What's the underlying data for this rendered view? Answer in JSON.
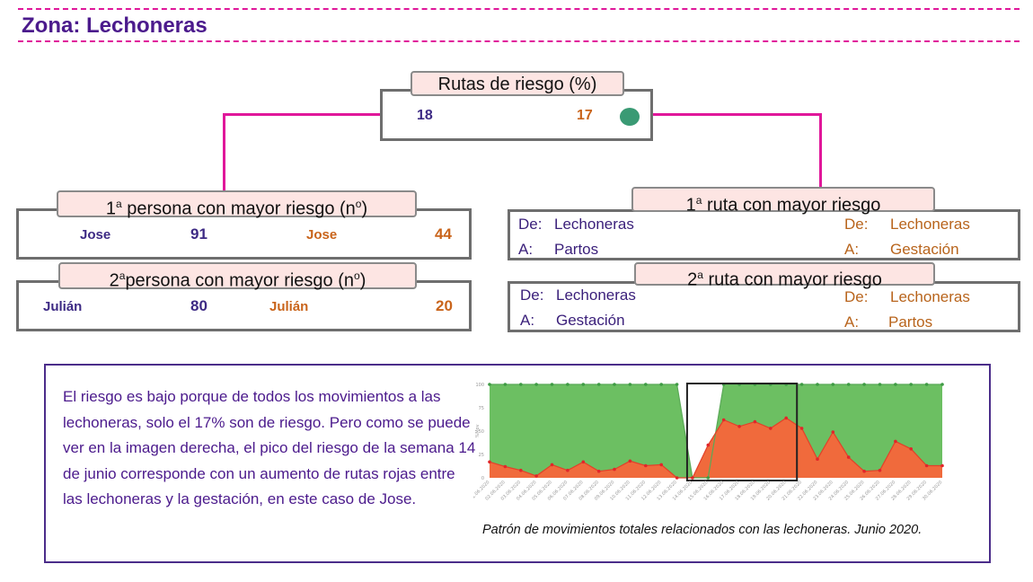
{
  "header": {
    "title": "Zona: Lechoneras"
  },
  "risk_routes": {
    "label": "Rutas de riesgo (%)",
    "value_left": "18",
    "value_right": "17",
    "indicator_color": "#3a9a74"
  },
  "person1": {
    "label_pre": "1",
    "label_sup": "a",
    "label_post": " persona con mayor riesgo (n",
    "label_deg": "o",
    "label_end": ")",
    "name_left": "Jose",
    "value_left": "91",
    "name_right": "Jose",
    "value_right": "44"
  },
  "person2": {
    "label_pre": "2",
    "label_sup": "a",
    "label_post": "persona con mayor riesgo (n",
    "label_deg": "o",
    "label_end": ")",
    "name_left": "Julián",
    "value_left": "80",
    "name_right": "Julián",
    "value_right": "20"
  },
  "route1": {
    "label_pre": "1",
    "label_sup": "a",
    "label_post": " ruta con mayor riesgo",
    "left": {
      "from_label": "De:",
      "from": "Lechoneras",
      "to_label": "A:",
      "to": "Partos"
    },
    "right": {
      "from_label": "De:",
      "from": "Lechoneras",
      "to_label": "A:",
      "to": "Gestación"
    }
  },
  "route2": {
    "label_pre": "2",
    "label_sup": "a",
    "label_post": " ruta con mayor riesgo",
    "left": {
      "from_label": "De:",
      "from": "Lechoneras",
      "to_label": "A:",
      "to": "Gestación"
    },
    "right": {
      "from_label": "De:",
      "from": "Lechoneras",
      "to_label": "A:",
      "to": "Partos"
    }
  },
  "summary": {
    "text": "El riesgo es bajo porque de todos los movimientos a las lechoneras, solo el 17% son de riesgo. Pero como se puede ver en la imagen derecha, el pico del riesgo de la semana 14 de junio corresponde con un aumento de rutas rojas entre las lechoneras y la gestación, en este caso de Jose.",
    "caption": "Patrón de movimientos totales relacionados con las lechoneras. Junio 2020."
  },
  "chart_data": {
    "type": "area",
    "ylabel": "%Mov",
    "ylim": [
      0,
      100
    ],
    "yticks": [
      "0",
      "25",
      "50",
      "75",
      "100"
    ],
    "x": [
      "01.06.2020",
      "02.06.2020",
      "03.06.2020",
      "04.06.2020",
      "05.06.2020",
      "06.06.2020",
      "07.06.2020",
      "08.06.2020",
      "09.06.2020",
      "10.06.2020",
      "11.06.2020",
      "12.06.2020",
      "13.06.2020",
      "14.06.2020",
      "15.06.2020",
      "16.06.2020",
      "17.06.2020",
      "18.06.2020",
      "19.06.2020",
      "20.06.2020",
      "21.06.2020",
      "22.06.2020",
      "23.06.2020",
      "24.06.2020",
      "25.06.2020",
      "26.06.2020",
      "27.06.2020",
      "28.06.2020",
      "29.06.2020",
      "30.06.2020"
    ],
    "series": [
      {
        "color": "#6cbf62",
        "values": [
          100,
          100,
          100,
          100,
          100,
          100,
          100,
          100,
          100,
          100,
          100,
          100,
          100,
          0,
          0,
          100,
          100,
          100,
          100,
          100,
          100,
          100,
          100,
          100,
          100,
          100,
          100,
          100,
          100,
          100
        ]
      },
      {
        "color": "#f06a3c",
        "values": [
          17,
          12,
          8,
          2,
          14,
          8,
          17,
          7,
          9,
          18,
          13,
          14,
          0,
          0,
          35,
          62,
          55,
          60,
          53,
          64,
          53,
          20,
          49,
          22,
          7,
          8,
          39,
          31,
          13,
          13
        ]
      }
    ],
    "highlight": {
      "from": "14.06.2020",
      "to": "20.06.2020"
    },
    "grid": false,
    "legend": "none"
  }
}
